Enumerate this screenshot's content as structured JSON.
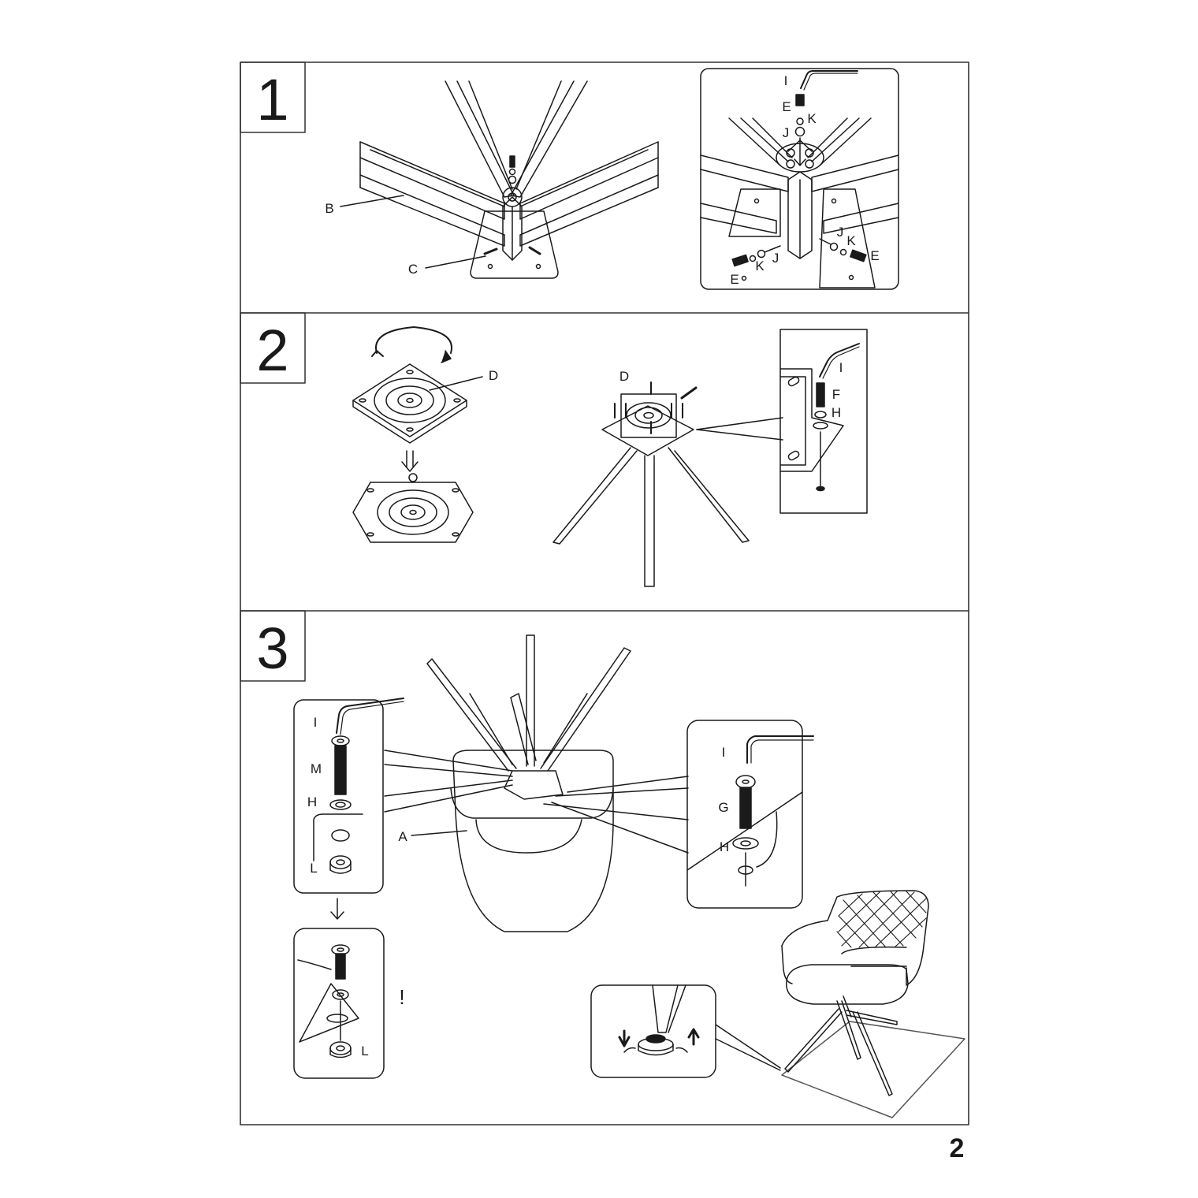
{
  "steps": [
    {
      "number": "1"
    },
    {
      "number": "2"
    },
    {
      "number": "3"
    }
  ],
  "parts": {
    "A": "A",
    "B": "B",
    "C": "C",
    "D": "D",
    "E": "E",
    "F": "F",
    "G": "G",
    "H": "H",
    "I": "I",
    "J": "J",
    "K": "K",
    "L": "L",
    "M": "M"
  },
  "caution_mark": "!",
  "page_number": "2",
  "colors": {
    "line": "#1a1a1a",
    "frame": "#333333",
    "floor": "#555555"
  }
}
